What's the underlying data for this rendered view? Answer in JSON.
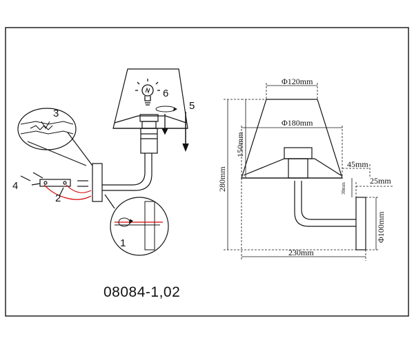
{
  "colors": {
    "line": "#111111",
    "wire_red": "#d40000",
    "background": "#ffffff"
  },
  "steps": [
    "1",
    "2",
    "3",
    "4",
    "5",
    "6"
  ],
  "dimensions": {
    "shade_top": "Φ120mm",
    "shade_bottom": "Φ180mm",
    "shade_height": "150mm",
    "total_height": "280mm",
    "depth": "45mm",
    "arm_offset": "25mm",
    "small_offset": "30mm",
    "plate_diameter": "Φ100mm",
    "total_width": "230mm"
  },
  "model_number": "08084-1,02",
  "icons": [
    "bulb-icon",
    "rotation-arrow-icon",
    "down-arrow-icon",
    "magnifier-callout-icon"
  ]
}
